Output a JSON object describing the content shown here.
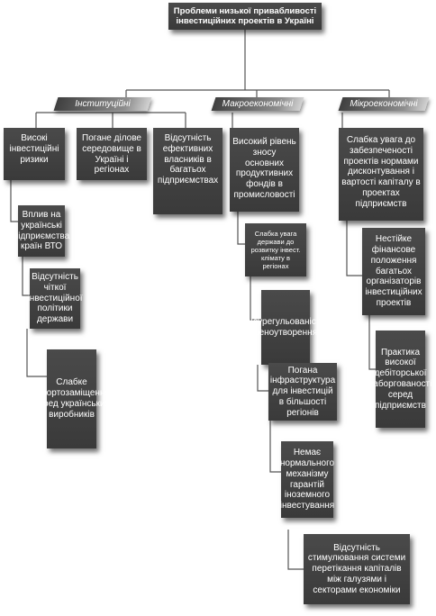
{
  "title": "Проблеми низької привабливості інвестиційних проектів в Україні",
  "categories": {
    "institutional": "Інституційні",
    "macro": "Макроекономічні",
    "micro": "Мікроекономічні"
  },
  "institutional": [
    "Високі інвестиційні ризики",
    "Погане ділове середовище в Україні і регіонах",
    "Відсутність ефективних власників в багатьох підприємствах",
    "Вплив на українські підприємства країн ВТО",
    "Відсутність чіткої інвестиційної політики держави",
    "Слабке імпортозаміщення серед українських виробників"
  ],
  "macro": [
    "Високий рівень зносу основних продуктивних фондів в промисловості",
    "Слабка увага держави до розвитку інвест. клімату в регіонах",
    "Неурегульованість ценоутворення",
    "Погана інфраструктура для інвестицій в більшості регіонів",
    "Немає нормального механізму гарантій іноземного інвестування",
    "Відсутність стимулювання системи перетікання капіталів між галузями і секторами економіки"
  ],
  "micro": [
    "Слабка увага до забезпеченості проектів нормами дисконтування і вартості капіталу в проектах підприємств",
    "Нестійке фінансове положення багатьох організаторів інвестиційних проектів",
    "Практика високої дебіторської заборгованості серед підприємств"
  ]
}
